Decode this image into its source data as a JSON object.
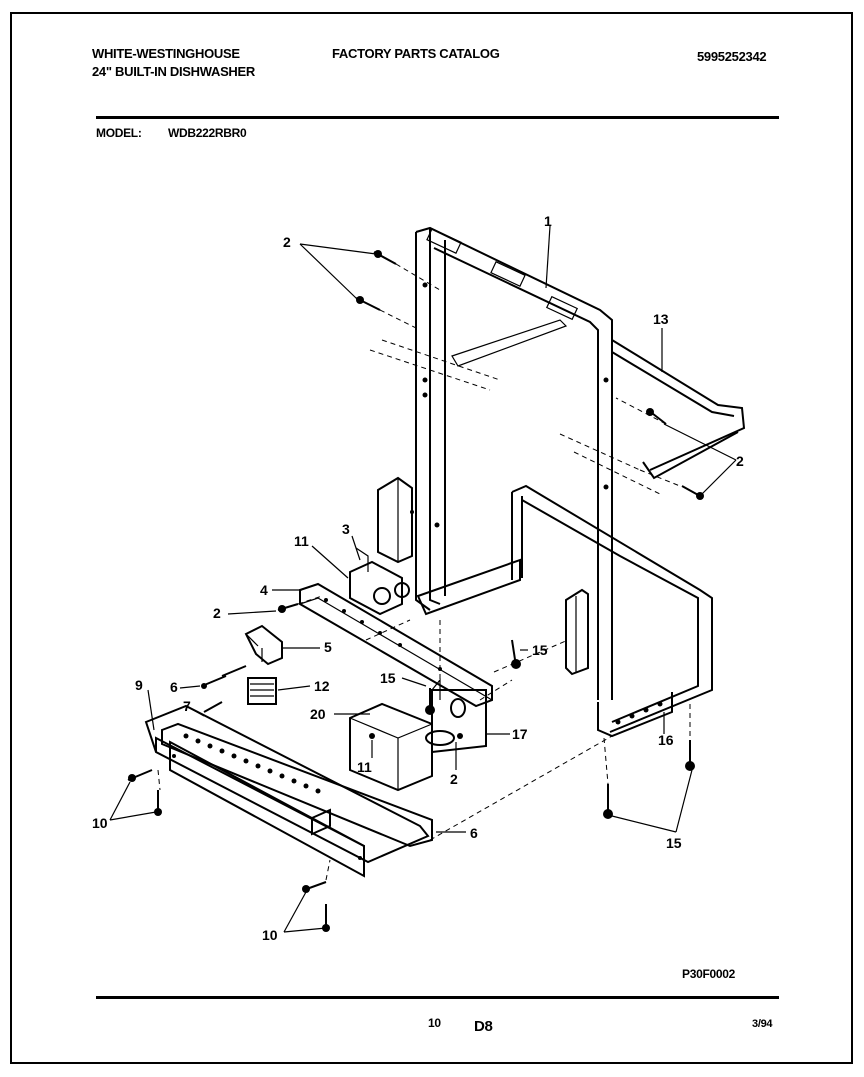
{
  "header": {
    "brand": "WHITE-WESTINGHOUSE",
    "product": "24\" BUILT-IN DISHWASHER",
    "catalog_title": "FACTORY PARTS CATALOG",
    "catalog_number": "5995252342",
    "model_label": "MODEL:",
    "model_value": "WDB222RBR0"
  },
  "callouts": {
    "c1": "1",
    "c2a": "2",
    "c2b": "2",
    "c2c": "2",
    "c2d": "2",
    "c3": "3",
    "c4": "4",
    "c5": "5",
    "c6a": "6",
    "c6b": "6",
    "c7": "7",
    "c9": "9",
    "c10a": "10",
    "c10b": "10",
    "c11a": "11",
    "c11b": "11",
    "c12": "12",
    "c13": "13",
    "c15a": "15",
    "c15b": "15",
    "c15c": "15",
    "c16": "16",
    "c17": "17",
    "c20": "20"
  },
  "figure_code": "P30F0002",
  "footer": {
    "page_number": "10",
    "section": "D8",
    "date": "3/94"
  }
}
